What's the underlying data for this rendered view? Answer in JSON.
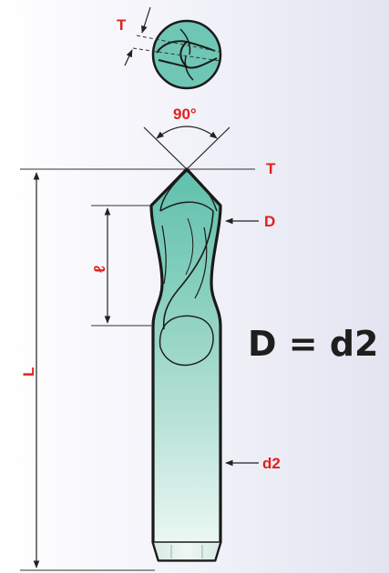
{
  "labels": {
    "tip_thickness": "T",
    "angle": "90°",
    "tip": "T",
    "diameter": "D",
    "flute_length": "ℓ",
    "overall_length": "L",
    "shank_diameter": "d2"
  },
  "formula": "D = d2",
  "colors": {
    "label": "#e0221c",
    "outline": "#1a1a1a",
    "tool_fill_top": "#5fc0ac",
    "tool_fill_bottom": "#f2faf7",
    "dimension_line": "#333333",
    "formula": "#1e1e1e"
  }
}
